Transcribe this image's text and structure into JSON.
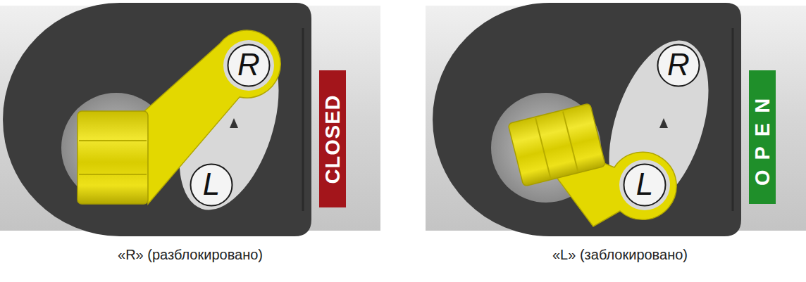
{
  "diagram": {
    "nodes": [
      {
        "text": [
          "R"
        ]
      },
      {
        "text": [
          "L"
        ]
      },
      {
        "text": [
          "CLOSED"
        ]
      },
      {
        "text": [
          "R"
        ]
      },
      {
        "text": [
          "L"
        ]
      },
      {
        "text": [
          "OPEN"
        ]
      }
    ],
    "labels": [
      "«R» (разблокировано)",
      "«L» (заблокировано)"
    ]
  }
}
